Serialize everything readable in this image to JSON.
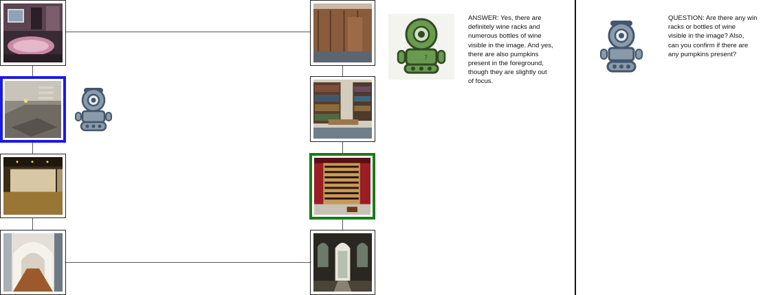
{
  "answer": {
    "text": "ANSWER: Yes, there are\ndefinitely wine racks and\nnumerous bottles of wine\nvisible in the image. And yes,\nthere are also pumpkins\npresent in the foreground,\nthough they are slightly out\nof focus."
  },
  "question": {
    "text": "QUESTION: Are there any win\nracks or bottles of wine\nvisible in the image? Also,\ncan you confirm if there are\nany pumpkins present?"
  },
  "colors": {
    "selected_agent_border": "#1a1ae6",
    "target_border": "#1a7a1a",
    "robot_blue": "#5a6f86",
    "robot_green": "#6a9a4e"
  },
  "nodes": [
    {
      "id": "home-theater",
      "content": "room with hot tub and television"
    },
    {
      "id": "stairway",
      "content": "stairway landing"
    },
    {
      "id": "empty-basement",
      "content": "empty lit basement room"
    },
    {
      "id": "arched-hallway",
      "content": "arched hallway with wood floor"
    },
    {
      "id": "wood-paneled-room",
      "content": "wood paneled room"
    },
    {
      "id": "library",
      "content": "library with bookshelves and table"
    },
    {
      "id": "wine-cellar",
      "content": "wine cellar with wine racks"
    },
    {
      "id": "window-alcove",
      "content": "room with arched windows"
    }
  ]
}
